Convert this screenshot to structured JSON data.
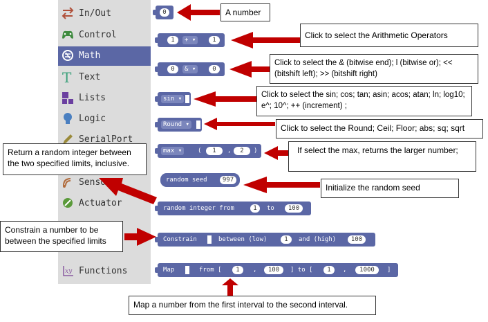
{
  "sidebar": {
    "items": [
      {
        "label": "In/Out",
        "icon": "arrows-swap-icon",
        "selected": false
      },
      {
        "label": "Control",
        "icon": "gamepad-icon",
        "selected": false
      },
      {
        "label": "Math",
        "icon": "math-icon",
        "selected": true
      },
      {
        "label": "Text",
        "icon": "text-t-icon",
        "selected": false
      },
      {
        "label": "Lists",
        "icon": "lists-icon",
        "selected": false
      },
      {
        "label": "Logic",
        "icon": "lightbulb-icon",
        "selected": false
      },
      {
        "label": "SerialPort",
        "icon": "pencil-icon",
        "selected": false
      },
      {
        "label": "Sensor",
        "icon": "sensor-icon",
        "selected": false
      },
      {
        "label": "Actuator",
        "icon": "actuator-icon",
        "selected": false
      },
      {
        "label": "Functions",
        "icon": "function-icon",
        "selected": false
      }
    ]
  },
  "blocks": {
    "number": {
      "value": "0"
    },
    "arithmetic": {
      "a": "1",
      "op": "+",
      "b": "1"
    },
    "bitwise": {
      "a": "0",
      "op": "&",
      "b": "0"
    },
    "trig": {
      "fn": "sin"
    },
    "round": {
      "fn": "Round"
    },
    "max": {
      "fn": "max",
      "lparen": "(",
      "a": "1",
      "comma": ",",
      "b": "2",
      "rparen": ")"
    },
    "random_seed": {
      "label": "random seed",
      "value": "997"
    },
    "random_int": {
      "label": "random integer from",
      "from": "1",
      "to_label": "to",
      "to": "100"
    },
    "constrain": {
      "label": "Constrain",
      "between": "between (low)",
      "low": "1",
      "and": "and (high)",
      "high": "100"
    },
    "map": {
      "label": "Map",
      "from_label": "from [",
      "a": "1",
      "comma1": ",",
      "b": "100",
      "to_label": "] to [",
      "c": "1",
      "comma2": ",",
      "d": "1000",
      "close": "]"
    }
  },
  "annotations": {
    "number": "A number",
    "arithmetic": "Click to select the Arithmetic Operators",
    "bitwise": "Click to select the & (bitwise end); l (bitwise or); << (bitshift left); >> (bitshift right)",
    "trig": "Click to select the sin; cos; tan; asin; acos; atan; ln; log10; e^; 10^; ++ (increment)    ;",
    "round": "Click to select the Round; Ceil; Floor; abs; sq; sqrt",
    "max": "If select the max, returns the larger number;",
    "random_seed": "Initialize the random seed",
    "random_int": "Return a random integer between the two specified limits, inclusive.",
    "constrain": "Constrain a number to be between the specified limits",
    "map": "Map a number from the first interval to the second interval."
  },
  "colors": {
    "block": "#5b67a5",
    "sidebar": "#dcdcdc",
    "arrow": "#c00000",
    "selected": "#5b67a5"
  }
}
